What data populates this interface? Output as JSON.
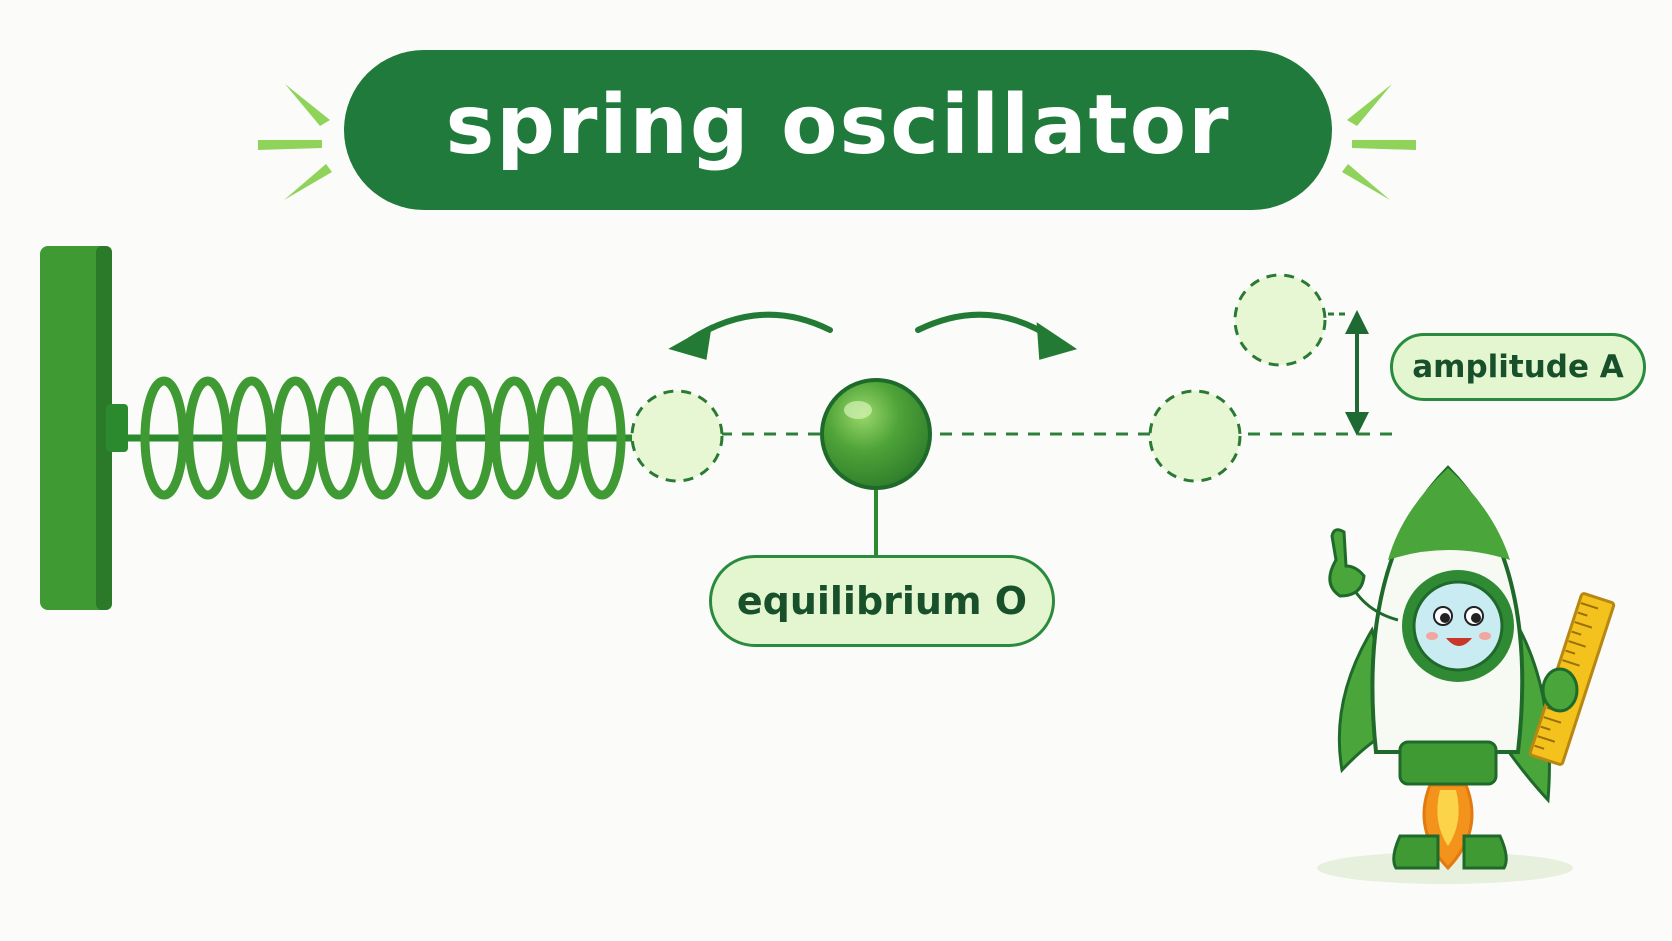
{
  "title": "spring oscillator",
  "labels": {
    "equilibrium": "equilibrium O",
    "amplitude": "amplitude A"
  },
  "icons": [
    "wall-block",
    "spring-coil",
    "mass-ball",
    "motion-arrow-left",
    "motion-arrow-right",
    "amplitude-arrow",
    "rocket-mascot",
    "ruler"
  ],
  "colors": {
    "dark_green": "#1f7a3c",
    "green": "#3f9a33",
    "light_green": "#e3f6cf",
    "accent_green": "#8fd35a",
    "ruler_yellow": "#f3c21d",
    "flame_orange": "#f3931c"
  }
}
